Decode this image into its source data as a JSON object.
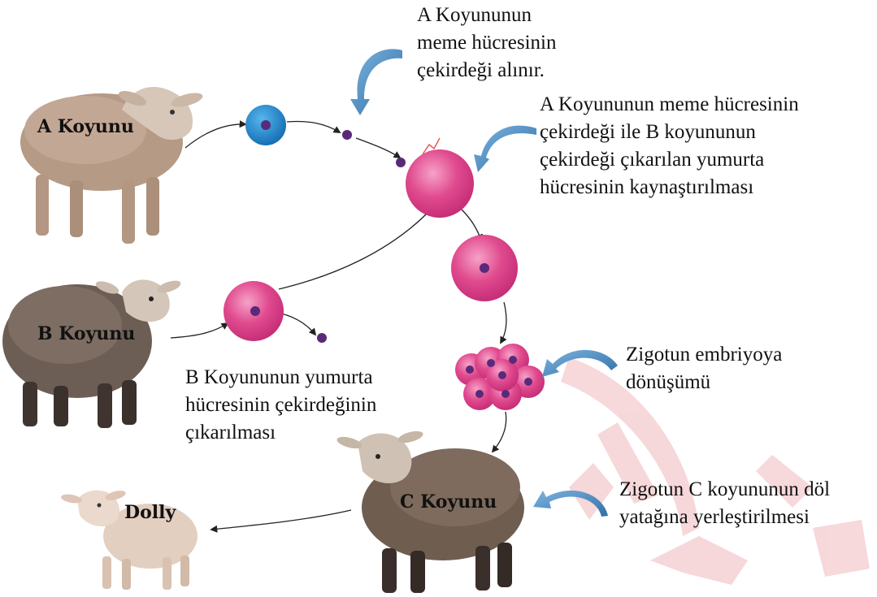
{
  "sheep": {
    "a": "A Koyunu",
    "b": "B Koyunu",
    "c": "C Koyunu",
    "dolly": "Dolly"
  },
  "notes": {
    "nucleus_taken": [
      "A Koyununun",
      "meme hücresinin",
      "çekirdeği alınır."
    ],
    "fusion": [
      "A Koyununun  meme hücresinin",
      "çekirdeği ile B koyununun",
      "çekirdeği çıkarılan yumurta",
      "hücresinin kaynaştırılması"
    ],
    "nucleus_removed": [
      "B Koyununun yumurta",
      "hücresinin çekirdeğinin",
      "çıkarılması"
    ],
    "embryo": [
      "Zigotun embriyoya",
      "dönüşümü"
    ],
    "implant": [
      "Zigotun C koyununun döl",
      "yatağına yerleştirilmesi"
    ]
  },
  "colors": {
    "egg_cell": "#e04a8e",
    "nucleus": "#5a2a7a",
    "mammary_cell": "#1e7fc0",
    "callout_arrow": "#4a8fc4",
    "watermark": "#f0b8bd"
  },
  "icons": [
    "sheep-illustration",
    "curved-arrow-icon",
    "egg-cell-icon",
    "nucleus-icon",
    "spark-icon",
    "embryo-cluster-icon"
  ]
}
